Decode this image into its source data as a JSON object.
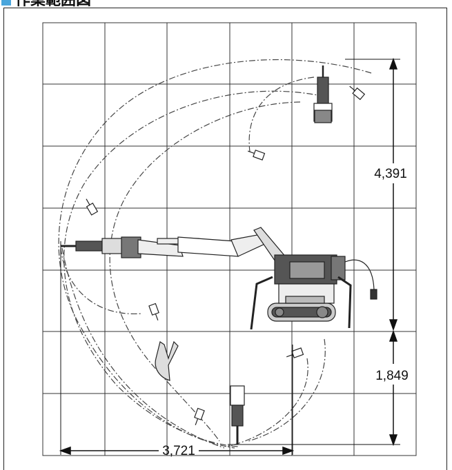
{
  "header": {
    "title": "作業範囲図"
  },
  "dimensions": {
    "max_height": "4,391",
    "max_depth": "1,849",
    "max_reach": "3,721"
  },
  "colors": {
    "accent": "#4aa6dc",
    "line": "#222222",
    "grid": "#333333"
  }
}
